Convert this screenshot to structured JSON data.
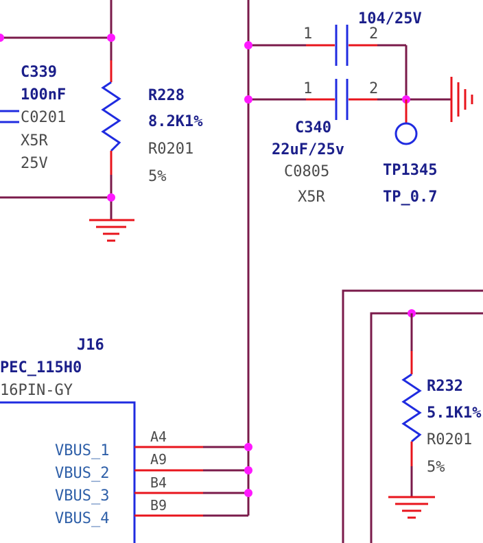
{
  "r228": {
    "ref": "R228",
    "value": "8.2K1%",
    "package": "R0201",
    "tolerance": "5%"
  },
  "c339": {
    "ref": "C339",
    "value": "100nF",
    "package": "C0201",
    "dielectric": "X5R",
    "voltage": "25V"
  },
  "c_top": {
    "value": "104/25V",
    "pin1": "1",
    "pin2": "2"
  },
  "c340": {
    "ref": "C340",
    "value": "22uF/25v",
    "package": "C0805",
    "dielectric": "X5R",
    "pin1": "1",
    "pin2": "2"
  },
  "tp1345": {
    "ref": "TP1345",
    "value": "TP_0.7"
  },
  "j16": {
    "ref": "J16",
    "part": "PEC_115H0",
    "desc": "16PIN-GY",
    "nets": [
      "VBUS_1",
      "VBUS_2",
      "VBUS_3",
      "VBUS_4"
    ],
    "pins": [
      "A4",
      "A9",
      "B4",
      "B9"
    ]
  },
  "r232": {
    "ref": "R232",
    "value": "5.1K1%",
    "package": "R0201",
    "tolerance": "5%"
  },
  "colors": {
    "wire": "#7a1a4a",
    "pin": "#e8141c",
    "body": "#1f2be0",
    "junction": "#ff19ff",
    "ref": "#1b1f8a",
    "net_label": "#2e5fa8"
  }
}
